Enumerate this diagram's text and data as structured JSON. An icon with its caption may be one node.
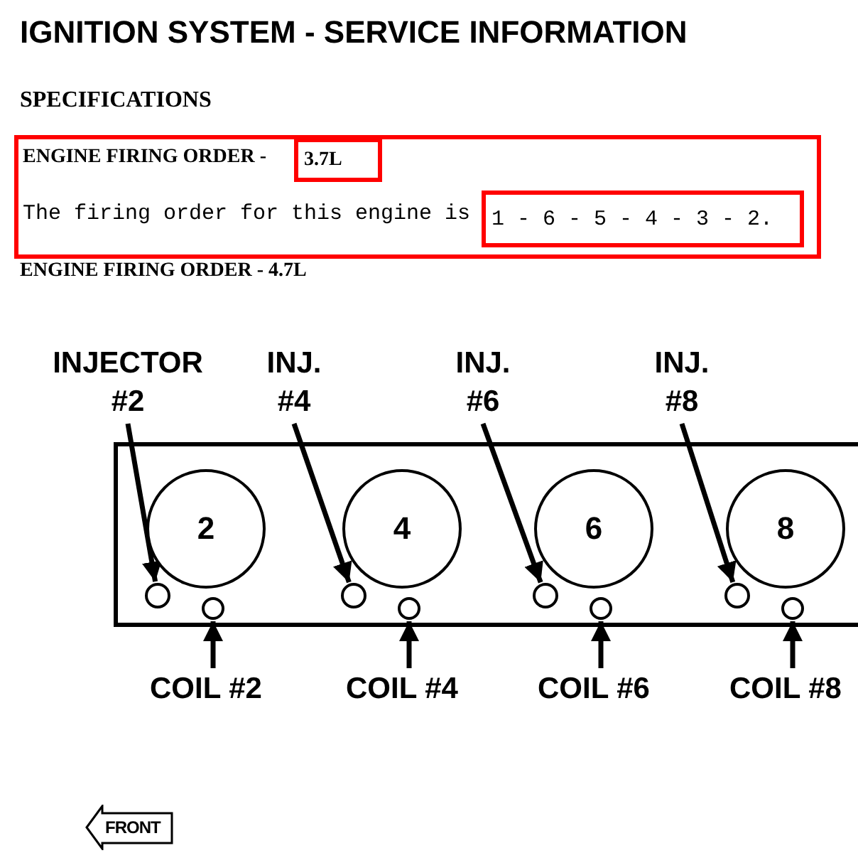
{
  "diagram": {
    "title": "IGNITION SYSTEM - SERVICE INFORMATION",
    "nodes": [
      {
        "text": [
          "ENGINE FIRING ORDER -",
          "The firing order for this engine is"
        ]
      },
      {
        "text": [
          "3.7L"
        ],
        "in": 0
      },
      {
        "text": [
          "1 - 6 - 5 - 4 - 3 - 2."
        ],
        "in": 0
      },
      {
        "text": [
          "INJECTOR #2"
        ]
      },
      {
        "text": [
          "INJ. #4"
        ]
      },
      {
        "text": [
          "INJ. #6"
        ]
      },
      {
        "text": [
          "INJ. #8"
        ]
      },
      {
        "text": [],
        "shape": "box"
      },
      {
        "text": [
          "2"
        ],
        "in": 7
      },
      {
        "text": [],
        "shape": "circle",
        "in": 7
      },
      {
        "text": [],
        "shape": "circle",
        "in": 7
      },
      {
        "text": [
          "4"
        ],
        "in": 7
      },
      {
        "text": [],
        "shape": "circle",
        "in": 7
      },
      {
        "text": [],
        "shape": "circle",
        "in": 7
      },
      {
        "text": [
          "6"
        ],
        "in": 7
      },
      {
        "text": [],
        "shape": "circle",
        "in": 7
      },
      {
        "text": [],
        "shape": "circle",
        "in": 7
      },
      {
        "text": [
          "8"
        ],
        "in": 7
      },
      {
        "text": [],
        "shape": "circle",
        "in": 7
      },
      {
        "text": [],
        "shape": "circle",
        "in": 7
      },
      {
        "text": [
          "COIL #2"
        ]
      },
      {
        "text": [
          "COIL #4"
        ]
      },
      {
        "text": [
          "COIL #6"
        ]
      },
      {
        "text": [
          "COIL #8"
        ]
      },
      {
        "text": [
          "FRONT"
        ]
      }
    ],
    "edges": [
      {
        "from": 3,
        "to": 9,
        "arrow": "to"
      },
      {
        "from": 4,
        "to": 12,
        "arrow": "to"
      },
      {
        "from": 5,
        "to": 15,
        "arrow": "to"
      },
      {
        "from": 6,
        "to": 18,
        "arrow": "to"
      },
      {
        "from": 20,
        "to": 10,
        "arrow": "to"
      },
      {
        "from": 21,
        "to": 13,
        "arrow": "to"
      },
      {
        "from": 22,
        "to": 16,
        "arrow": "to"
      },
      {
        "from": 23,
        "to": 19,
        "arrow": "to"
      }
    ],
    "labels": [
      "SPECIFICATIONS",
      "ENGINE FIRING ORDER - 4.7L"
    ]
  }
}
